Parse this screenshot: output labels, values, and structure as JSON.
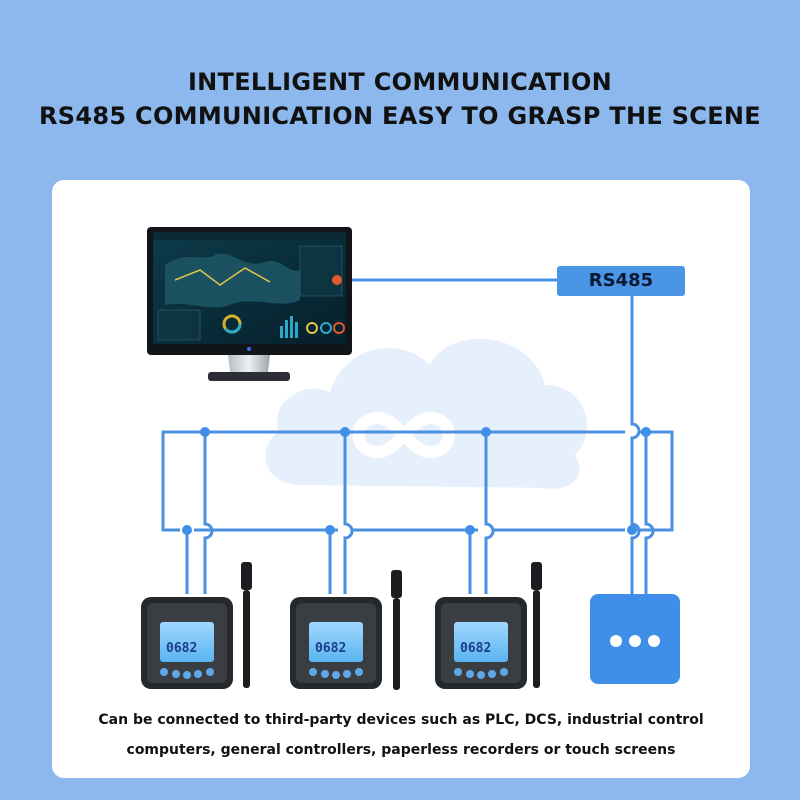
{
  "header": {
    "line1": "INTELLIGENT COMMUNICATION",
    "line2": "RS485 COMMUNICATION EASY TO GRASP THE SCENE"
  },
  "bus_label": "RS485",
  "devices": [
    {
      "display": "0682"
    },
    {
      "display": "0682"
    },
    {
      "display": "0682"
    }
  ],
  "caption": {
    "line1": "Can be connected to third-party devices such as PLC, DCS, industrial control",
    "line2": "computers, general controllers, paperless recorders or touch screens"
  },
  "colors": {
    "background": "#8db8ee",
    "wire": "#4a90e2",
    "accent": "#3f8ee8",
    "cloud": "#e3eefc"
  },
  "icons": [
    "monitor-icon",
    "cloud-icon",
    "more-options-icon",
    "sensor-probe-icon"
  ]
}
